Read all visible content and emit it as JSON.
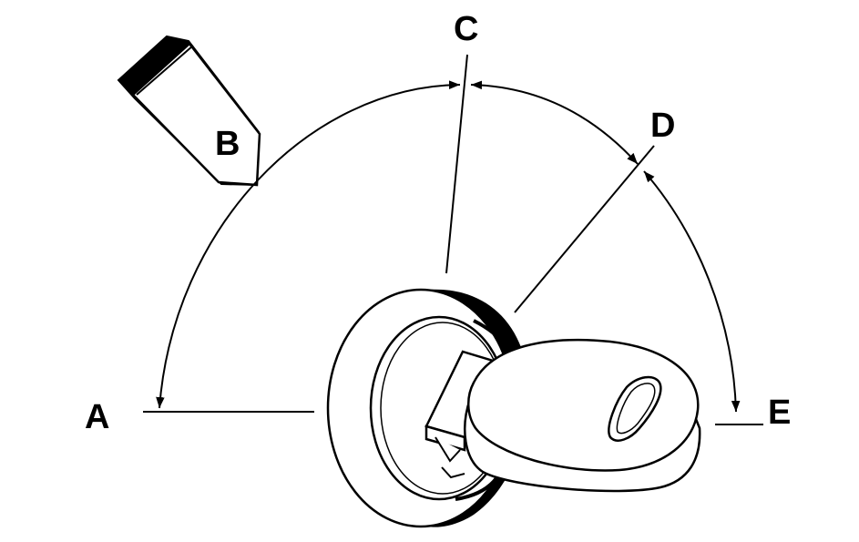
{
  "callouts": {
    "a": "A",
    "b": "B",
    "c": "C",
    "d": "D",
    "e": "E"
  },
  "colors": {
    "line": "#000000",
    "background": "#ffffff"
  },
  "icons": {
    "pointer": "pentagon-pointer-icon",
    "arrowhead": "arrowhead-icon"
  }
}
